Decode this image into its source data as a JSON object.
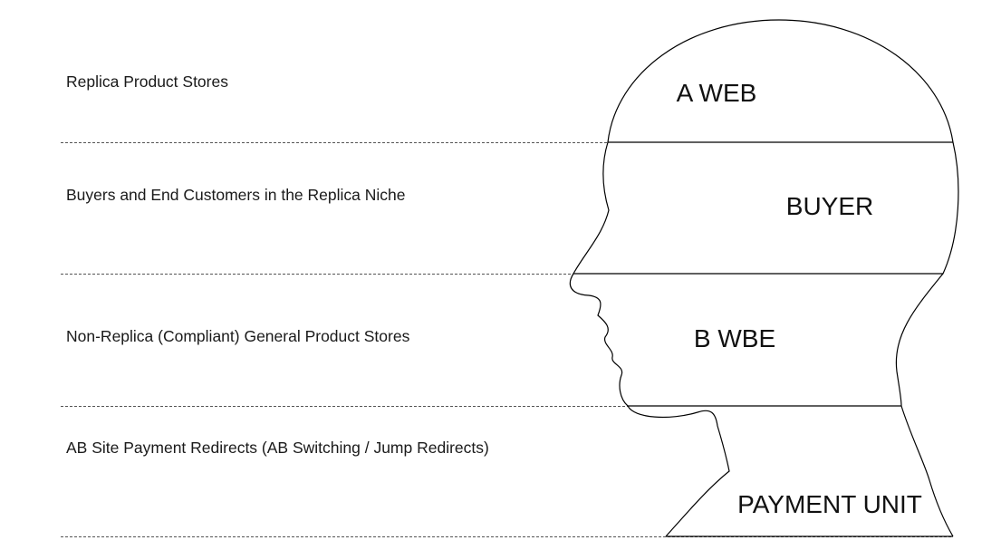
{
  "layers": [
    {
      "description": "Replica Product Stores",
      "head_label": "A WEB"
    },
    {
      "description": "Buyers and End Customers in the Replica Niche",
      "head_label": "BUYER"
    },
    {
      "description": "Non-Replica (Compliant) General Product Stores",
      "head_label": "B WBE"
    },
    {
      "description": "AB Site Payment Redirects (AB Switching / Jump Redirects)",
      "head_label": "PAYMENT UNIT"
    }
  ],
  "colors": {
    "line": "#000000",
    "dashed": "#555555",
    "text": "#1a1a1a"
  }
}
